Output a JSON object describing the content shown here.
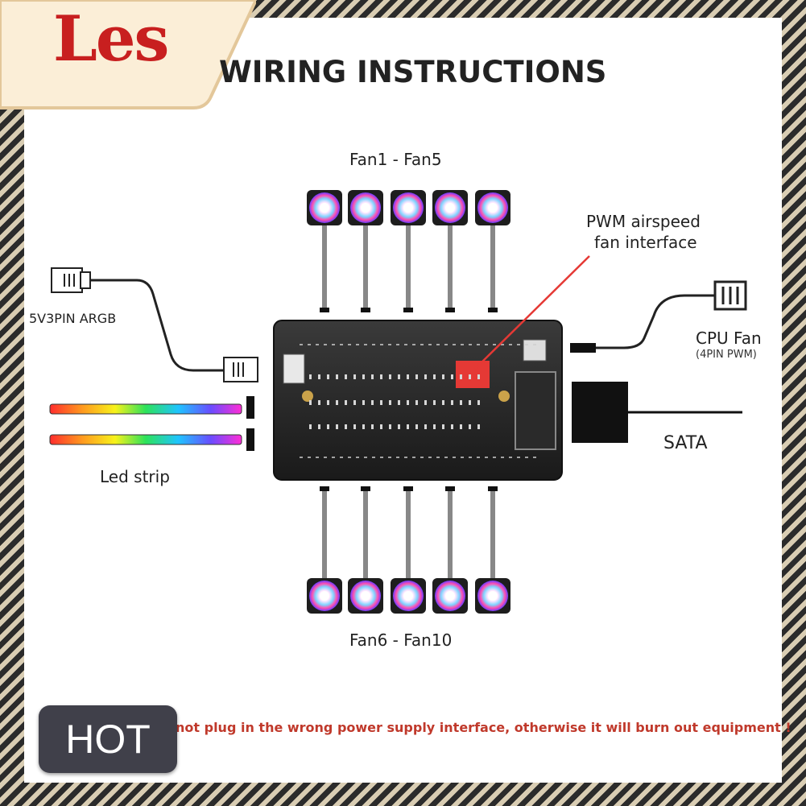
{
  "brand": {
    "text": "Les"
  },
  "title": "WIRING INSTRUCTIONS",
  "labels": {
    "fans_top": "Fan1 - Fan5",
    "fans_bottom": "Fan6 - Fan10",
    "pwm_line1": "PWM airspeed",
    "pwm_line2": "fan interface",
    "argb": "5V3PIN ARGB",
    "cpu_fan": "CPU Fan",
    "cpu_fan_sub": "(4PIN PWM)",
    "sata": "SATA",
    "led_strip": "Led strip"
  },
  "warning": "do not plug in the wrong power supply interface, otherwise it will burn out equipment !",
  "badge": {
    "text": "HOT"
  },
  "colors": {
    "brand_red": "#c81f1f",
    "warning_red": "#c0392b",
    "pwm_pointer": "#e53935",
    "badge_bg": "#40404a"
  },
  "icons": [
    "fan-icon",
    "argb-connector-icon",
    "cpu-fan-connector-icon",
    "sata-connector-icon",
    "led-strip-icon",
    "hub-board-icon"
  ]
}
